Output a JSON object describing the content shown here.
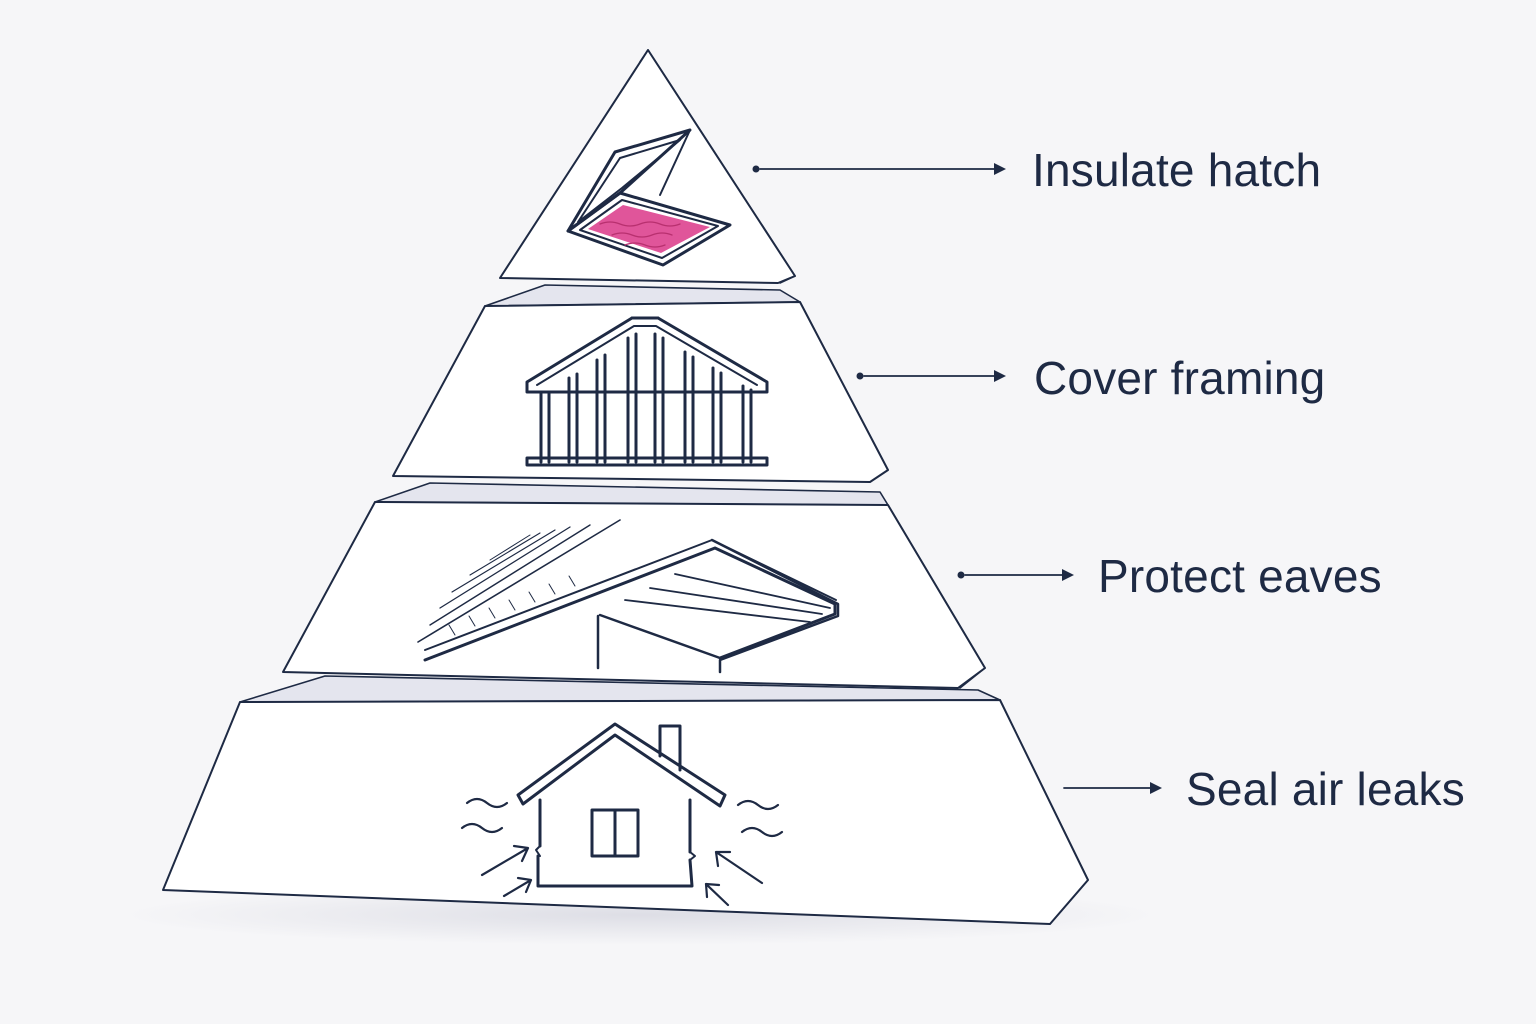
{
  "colors": {
    "ink": "#1e2a44",
    "face": "#ffffff",
    "side": "#e4e5ee",
    "accent": "#e0559a",
    "background": "#f6f6f8"
  },
  "tiers": [
    {
      "label": "Insulate hatch",
      "icon": "attic-hatch-icon"
    },
    {
      "label": "Cover framing",
      "icon": "roof-framing-icon"
    },
    {
      "label": "Protect eaves",
      "icon": "roof-eave-icon"
    },
    {
      "label": "Seal air leaks",
      "icon": "house-air-leak-icon"
    }
  ]
}
